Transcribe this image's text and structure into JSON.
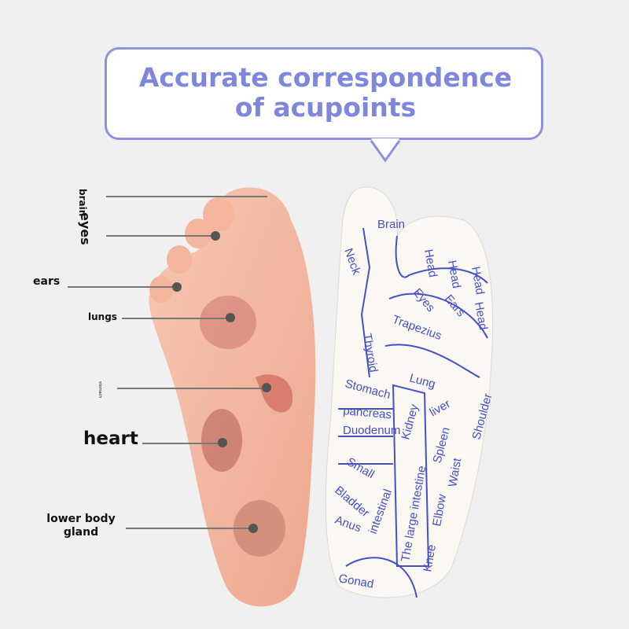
{
  "banner": {
    "line1": "Accurate correspondence",
    "line2": "of acupoints"
  },
  "foot_labels": {
    "brain": "brain",
    "eyes": "eyes",
    "ears": "ears",
    "lungs": "lungs",
    "stomach": "stomach",
    "heart": "heart",
    "lower_body_1": "lower body",
    "lower_body_2": "gland"
  },
  "sock_labels": {
    "brain": "Brain",
    "neck": "Neck",
    "thyroid": "Thyroid",
    "head1": "Head",
    "head2": "Head",
    "head3": "Head",
    "head4": "Head",
    "eyes": "Eyes",
    "ears": "Ears",
    "trapezius": "Trapezius",
    "lung": "Lung",
    "stomach": "Stomach",
    "pancreas": "pancreas",
    "duodenum": "Duodenum",
    "kidney": "Kidney",
    "liver": "liver",
    "spleen": "Spleen",
    "shoulder": "Shoulder",
    "small": "Small",
    "intestinal": "intestinal",
    "bladder": "Bladder",
    "anus": "Anus",
    "large_intestine": "The large intestine",
    "elbow": "Elbow",
    "waist": "Waist",
    "knee": "Knee",
    "gonad": "Gonad"
  },
  "colors": {
    "accent": "#7e87dd",
    "sock_ink": "#4450c8",
    "skin": "#f2b9a0"
  }
}
